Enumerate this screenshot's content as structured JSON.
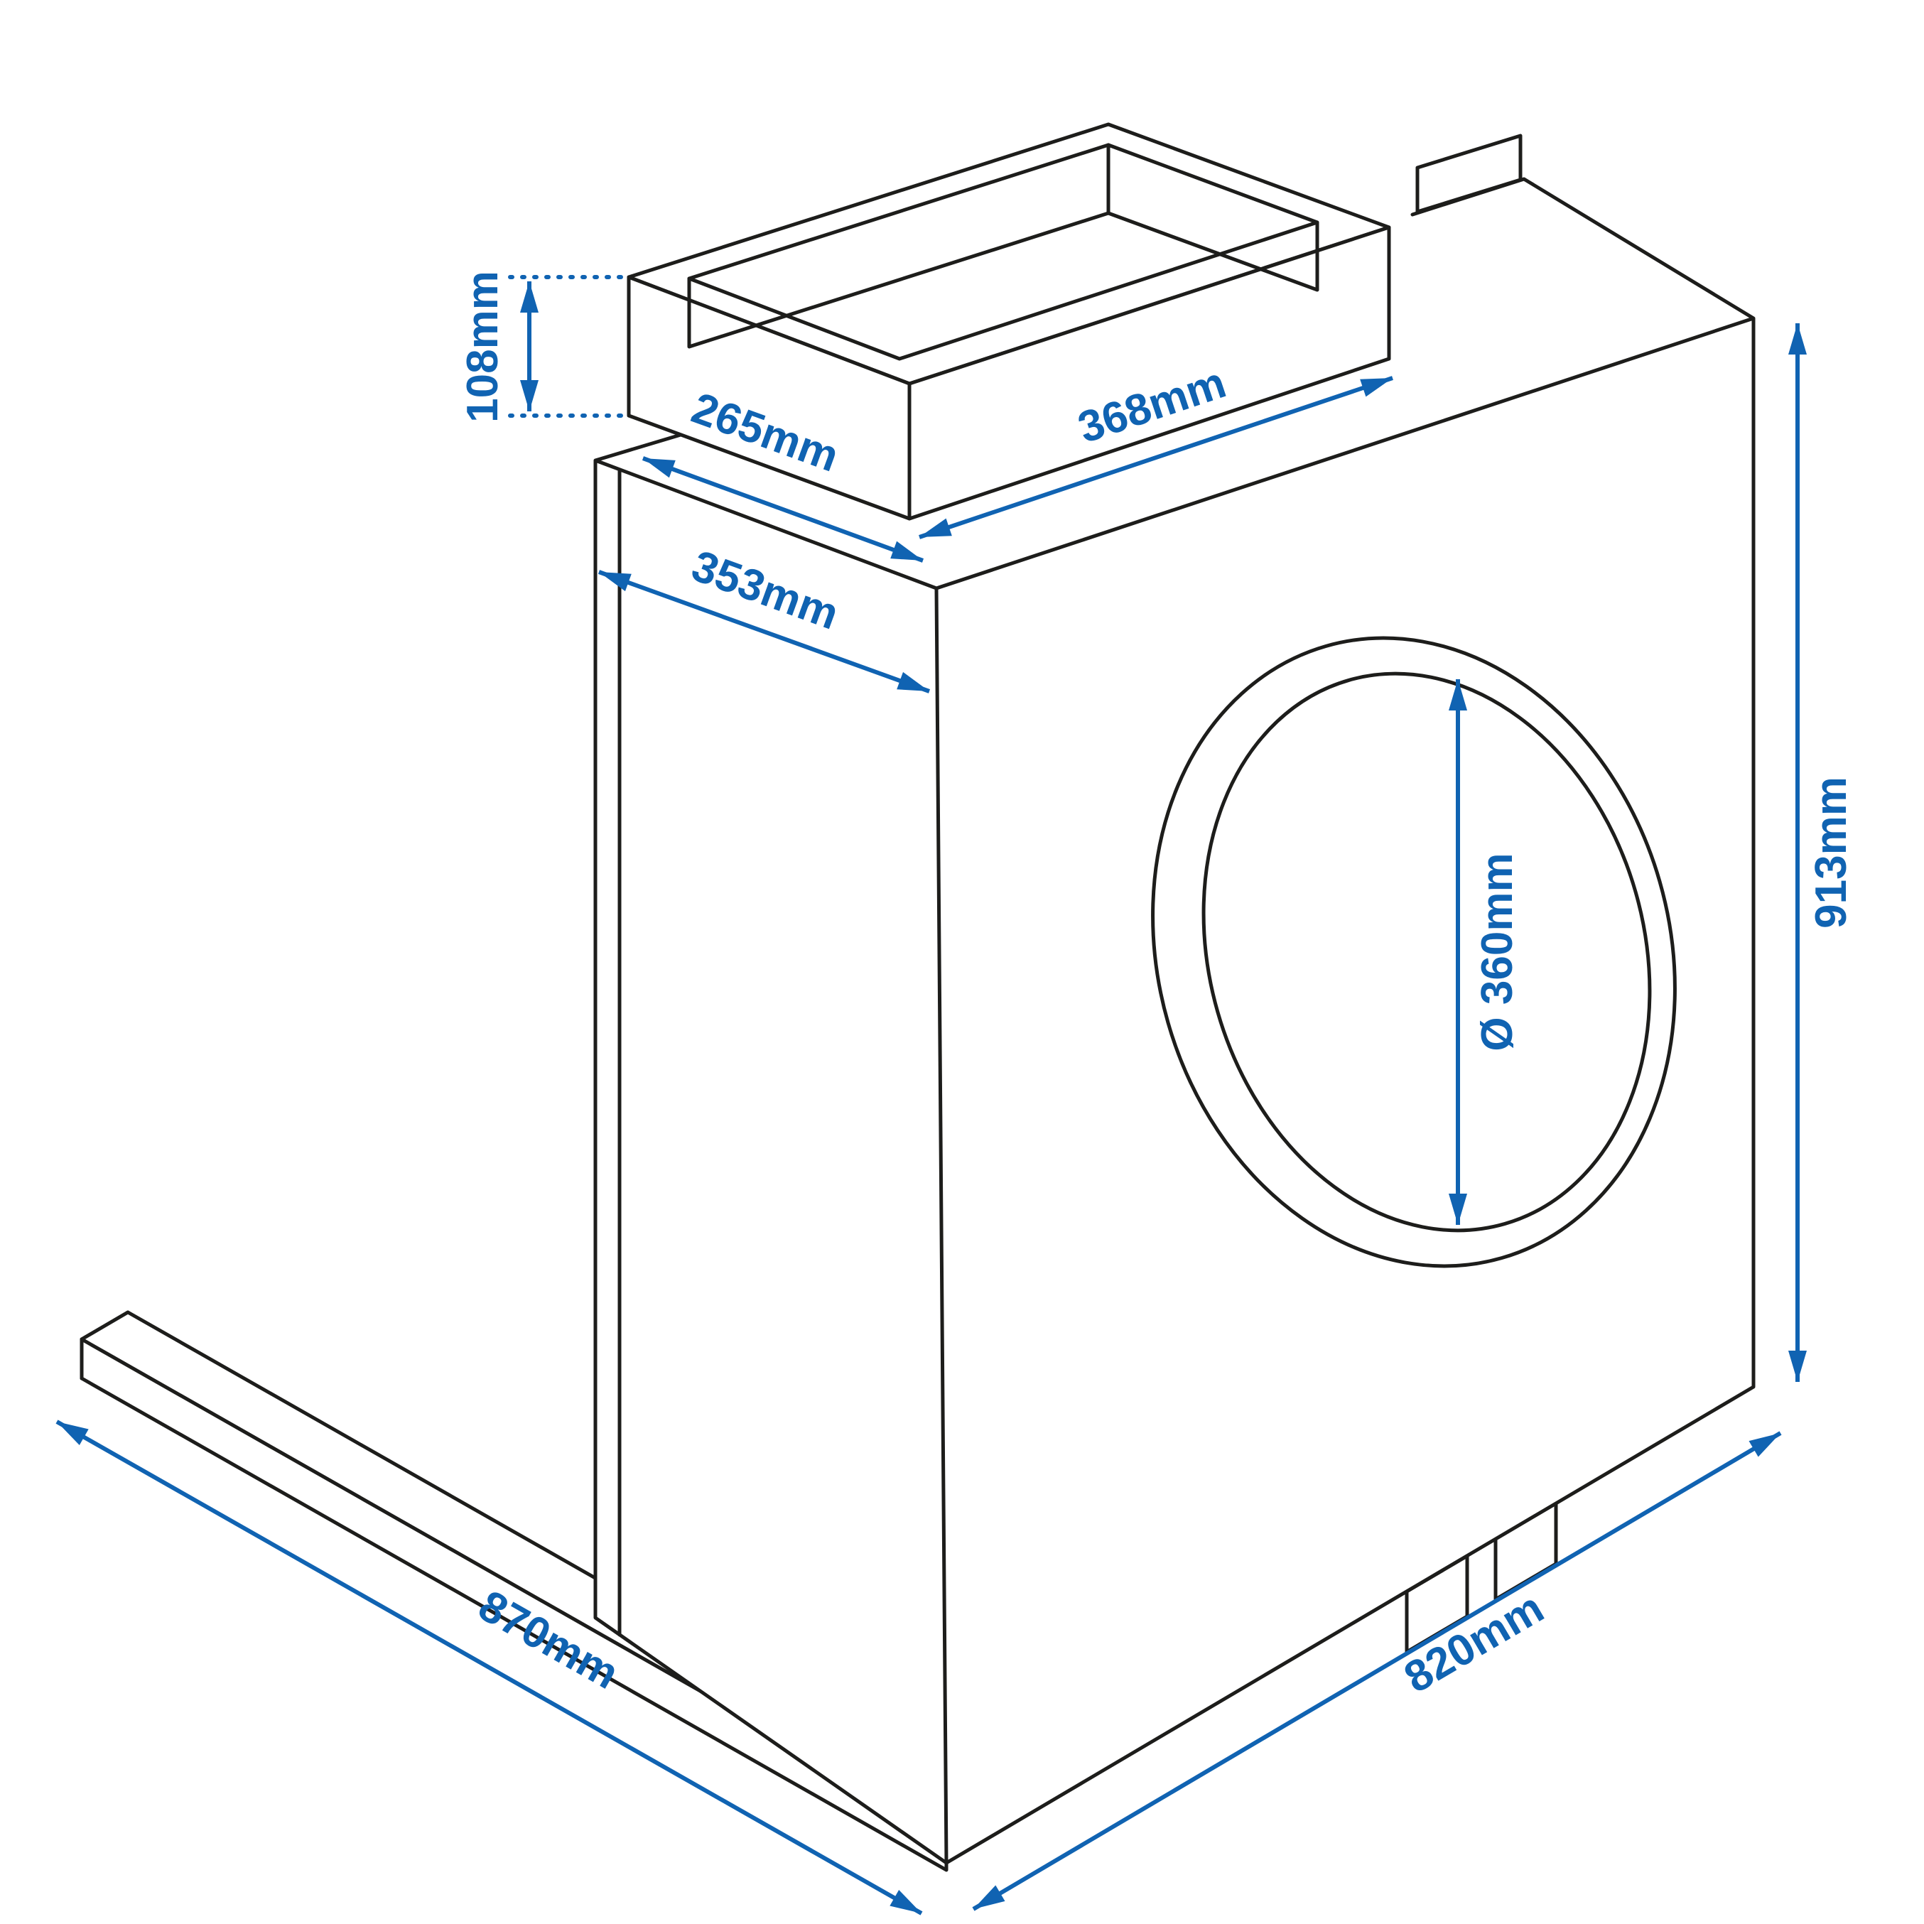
{
  "diagram": {
    "colors": {
      "accent": "#1063b2",
      "ink": "#1d1d1b",
      "background": "#ffffff"
    },
    "labels": {
      "collar_height": "108mm",
      "collar_width": "265mm",
      "collar_length": "368mm",
      "body_depth": "353mm",
      "body_height": "913mm",
      "duct_diameter": "Ø 360mm",
      "rail_length": "870mm",
      "body_width": "820mm"
    }
  }
}
